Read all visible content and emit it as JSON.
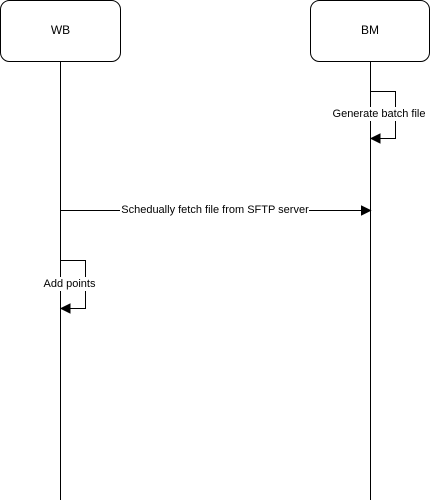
{
  "participants": [
    {
      "id": "wb",
      "name": "WB"
    },
    {
      "id": "bm",
      "name": "BM"
    }
  ],
  "messages": [
    {
      "id": "generate",
      "from": "bm",
      "to": "bm",
      "label": "Generate batch file"
    },
    {
      "id": "fetch",
      "from": "wb",
      "to": "bm",
      "label": "Schedually fetch file from SFTP server"
    },
    {
      "id": "points",
      "from": "wb",
      "to": "wb",
      "label": "Add points"
    }
  ]
}
